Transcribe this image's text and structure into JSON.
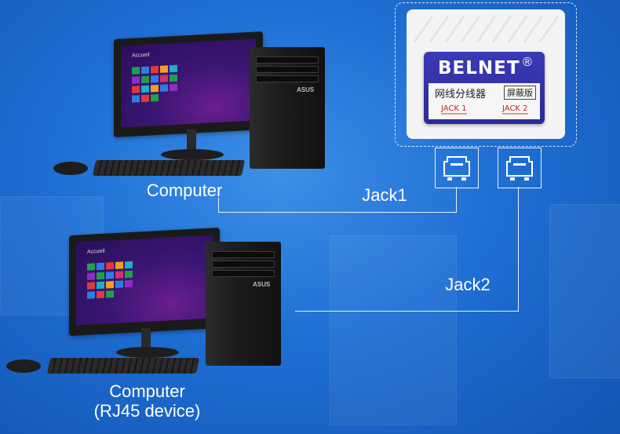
{
  "labels": {
    "computer_top": "Computer",
    "computer_bottom_line1": "Computer",
    "computer_bottom_line2": "(RJ45 device)",
    "jack1": "Jack1",
    "jack2": "Jack2"
  },
  "splitter": {
    "brand": "BELNET",
    "registered_mark": "®",
    "chinese_name": "网线分线器",
    "variant_tag": "屏蔽版",
    "jack1_label": "JACK 1",
    "jack2_label": "JACK 2"
  },
  "tower_logo": "ASUS",
  "screen_text": "Accueil",
  "colors": {
    "background": "#1f6fd4",
    "line": "#e8f1ff",
    "badge": "#2b2a9a",
    "jack_label": "#c21f1f"
  },
  "icons": [
    "rj45-port-icon",
    "rj45-port-icon"
  ]
}
